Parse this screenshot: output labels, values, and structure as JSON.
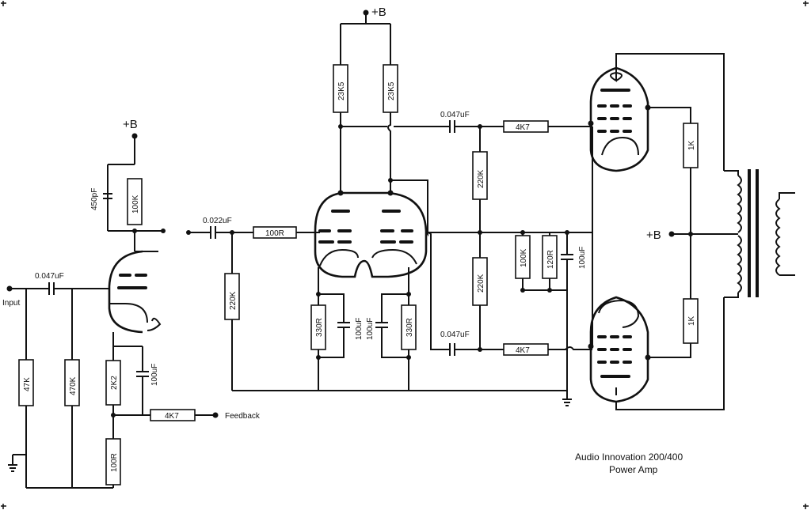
{
  "title": {
    "line1": "Audio Innovation 200/400",
    "line2": "Power Amp"
  },
  "supply_labels": {
    "b_top": "+B",
    "b_left": "+B",
    "b_right": "+B"
  },
  "io": {
    "input": "Input",
    "feedback": "Feedback"
  },
  "components": {
    "cap_input": "0.047uF",
    "cap_coupling": "0.022uF",
    "cap_upper": "0.047uF",
    "cap_lower": "0.047uF",
    "cap_450p": "450pF",
    "cap_100u_first": "100uF",
    "cap_100u_cat_left": "100uF",
    "cap_100u_cat_right": "100uF",
    "cap_100u_bias": "100uF",
    "r_100k_first": "100K",
    "r_47k": "47K",
    "r_470k": "470K",
    "r_2k2": "2K2",
    "r_100r_bottom": "100R",
    "r_4k7_feedback": "4K7",
    "r_100r_grid": "100R",
    "r_220k_grid": "220K",
    "r_23k5_left": "23K5",
    "r_23k5_right": "23K5",
    "r_330r_left": "330R",
    "r_330r_right": "330R",
    "r_220k_upper": "220K",
    "r_220k_lower": "220K",
    "r_100k_bias": "100K",
    "r_120r_bias": "120R",
    "r_4k7_upper": "4K7",
    "r_4k7_lower": "4K7",
    "r_1k_upper": "1K",
    "r_1k_lower": "1K"
  }
}
